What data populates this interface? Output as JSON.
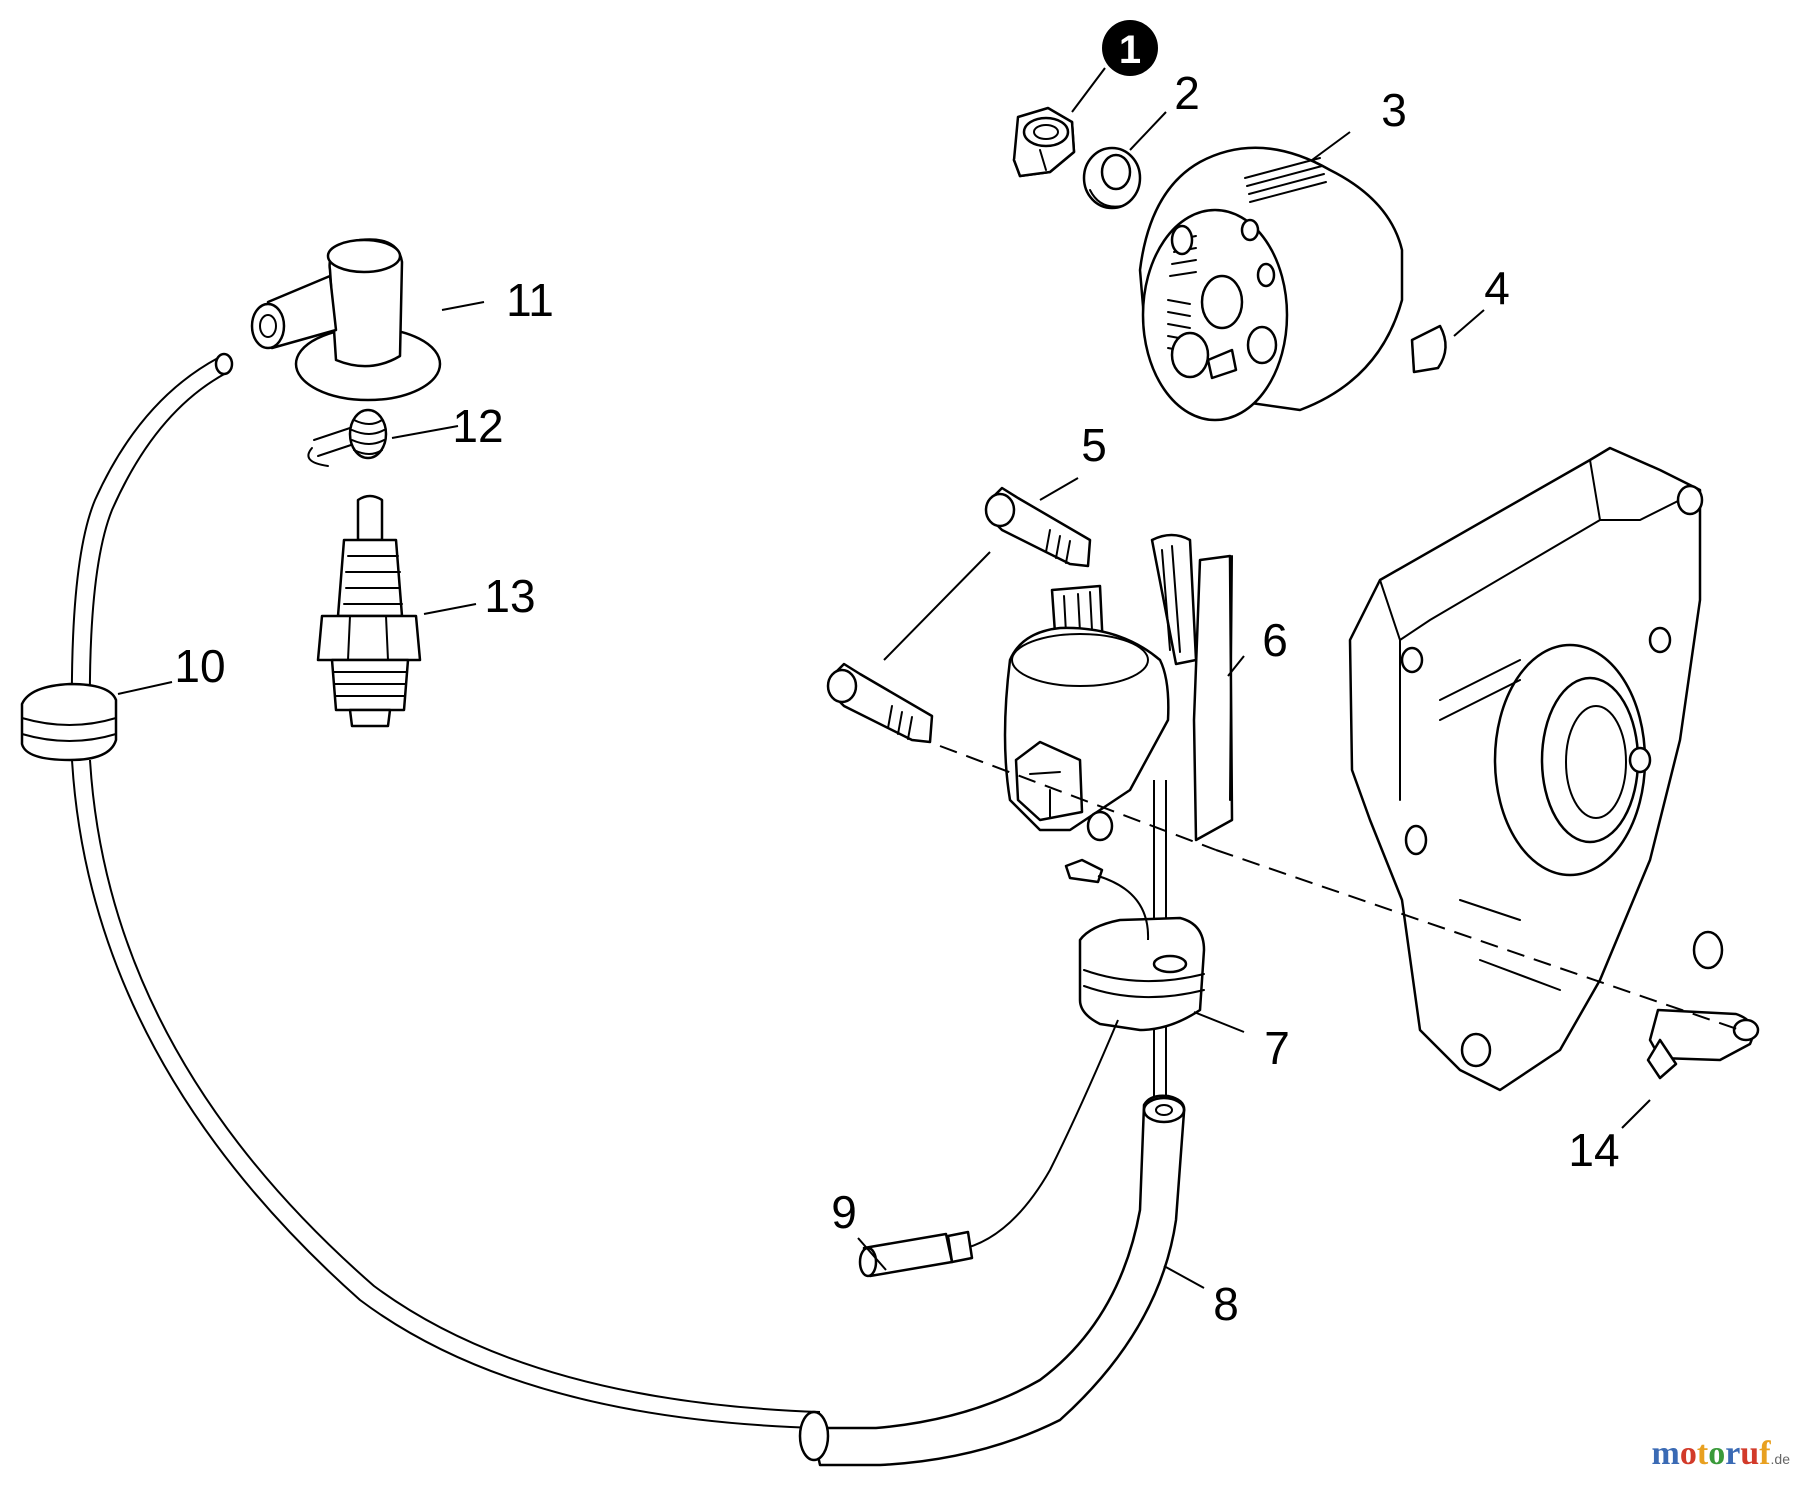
{
  "callouts": [
    {
      "id": "1",
      "text": "1",
      "highlight": true
    },
    {
      "id": "2",
      "text": "2"
    },
    {
      "id": "3",
      "text": "3"
    },
    {
      "id": "4",
      "text": "4"
    },
    {
      "id": "5",
      "text": "5"
    },
    {
      "id": "6",
      "text": "6"
    },
    {
      "id": "7",
      "text": "7"
    },
    {
      "id": "8",
      "text": "8"
    },
    {
      "id": "9",
      "text": "9"
    },
    {
      "id": "10",
      "text": "10"
    },
    {
      "id": "11",
      "text": "11"
    },
    {
      "id": "12",
      "text": "12"
    },
    {
      "id": "13",
      "text": "13"
    },
    {
      "id": "14",
      "text": "14"
    }
  ],
  "watermark": {
    "text": "motoruf",
    "suffix": ".de",
    "colors": [
      "#3a6ab4",
      "#d23a2a",
      "#e8a020",
      "#3a9a3a",
      "#3a6ab4",
      "#d23a2a",
      "#e8a020"
    ]
  }
}
